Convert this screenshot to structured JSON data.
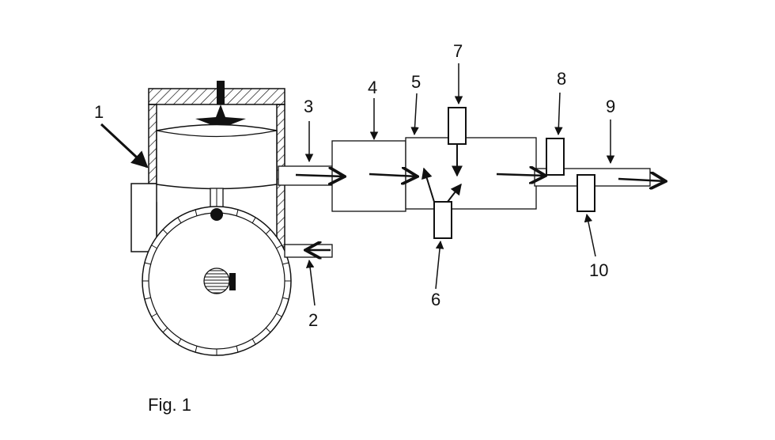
{
  "figure": {
    "caption": "Fig. 1",
    "labels": {
      "l1": "1",
      "l2": "2",
      "l3": "3",
      "l4": "4",
      "l5": "5",
      "l6": "6",
      "l7": "7",
      "l8": "8",
      "l9": "9",
      "l10": "10"
    }
  },
  "colors": {
    "line": "#111111",
    "background": "#ffffff"
  }
}
